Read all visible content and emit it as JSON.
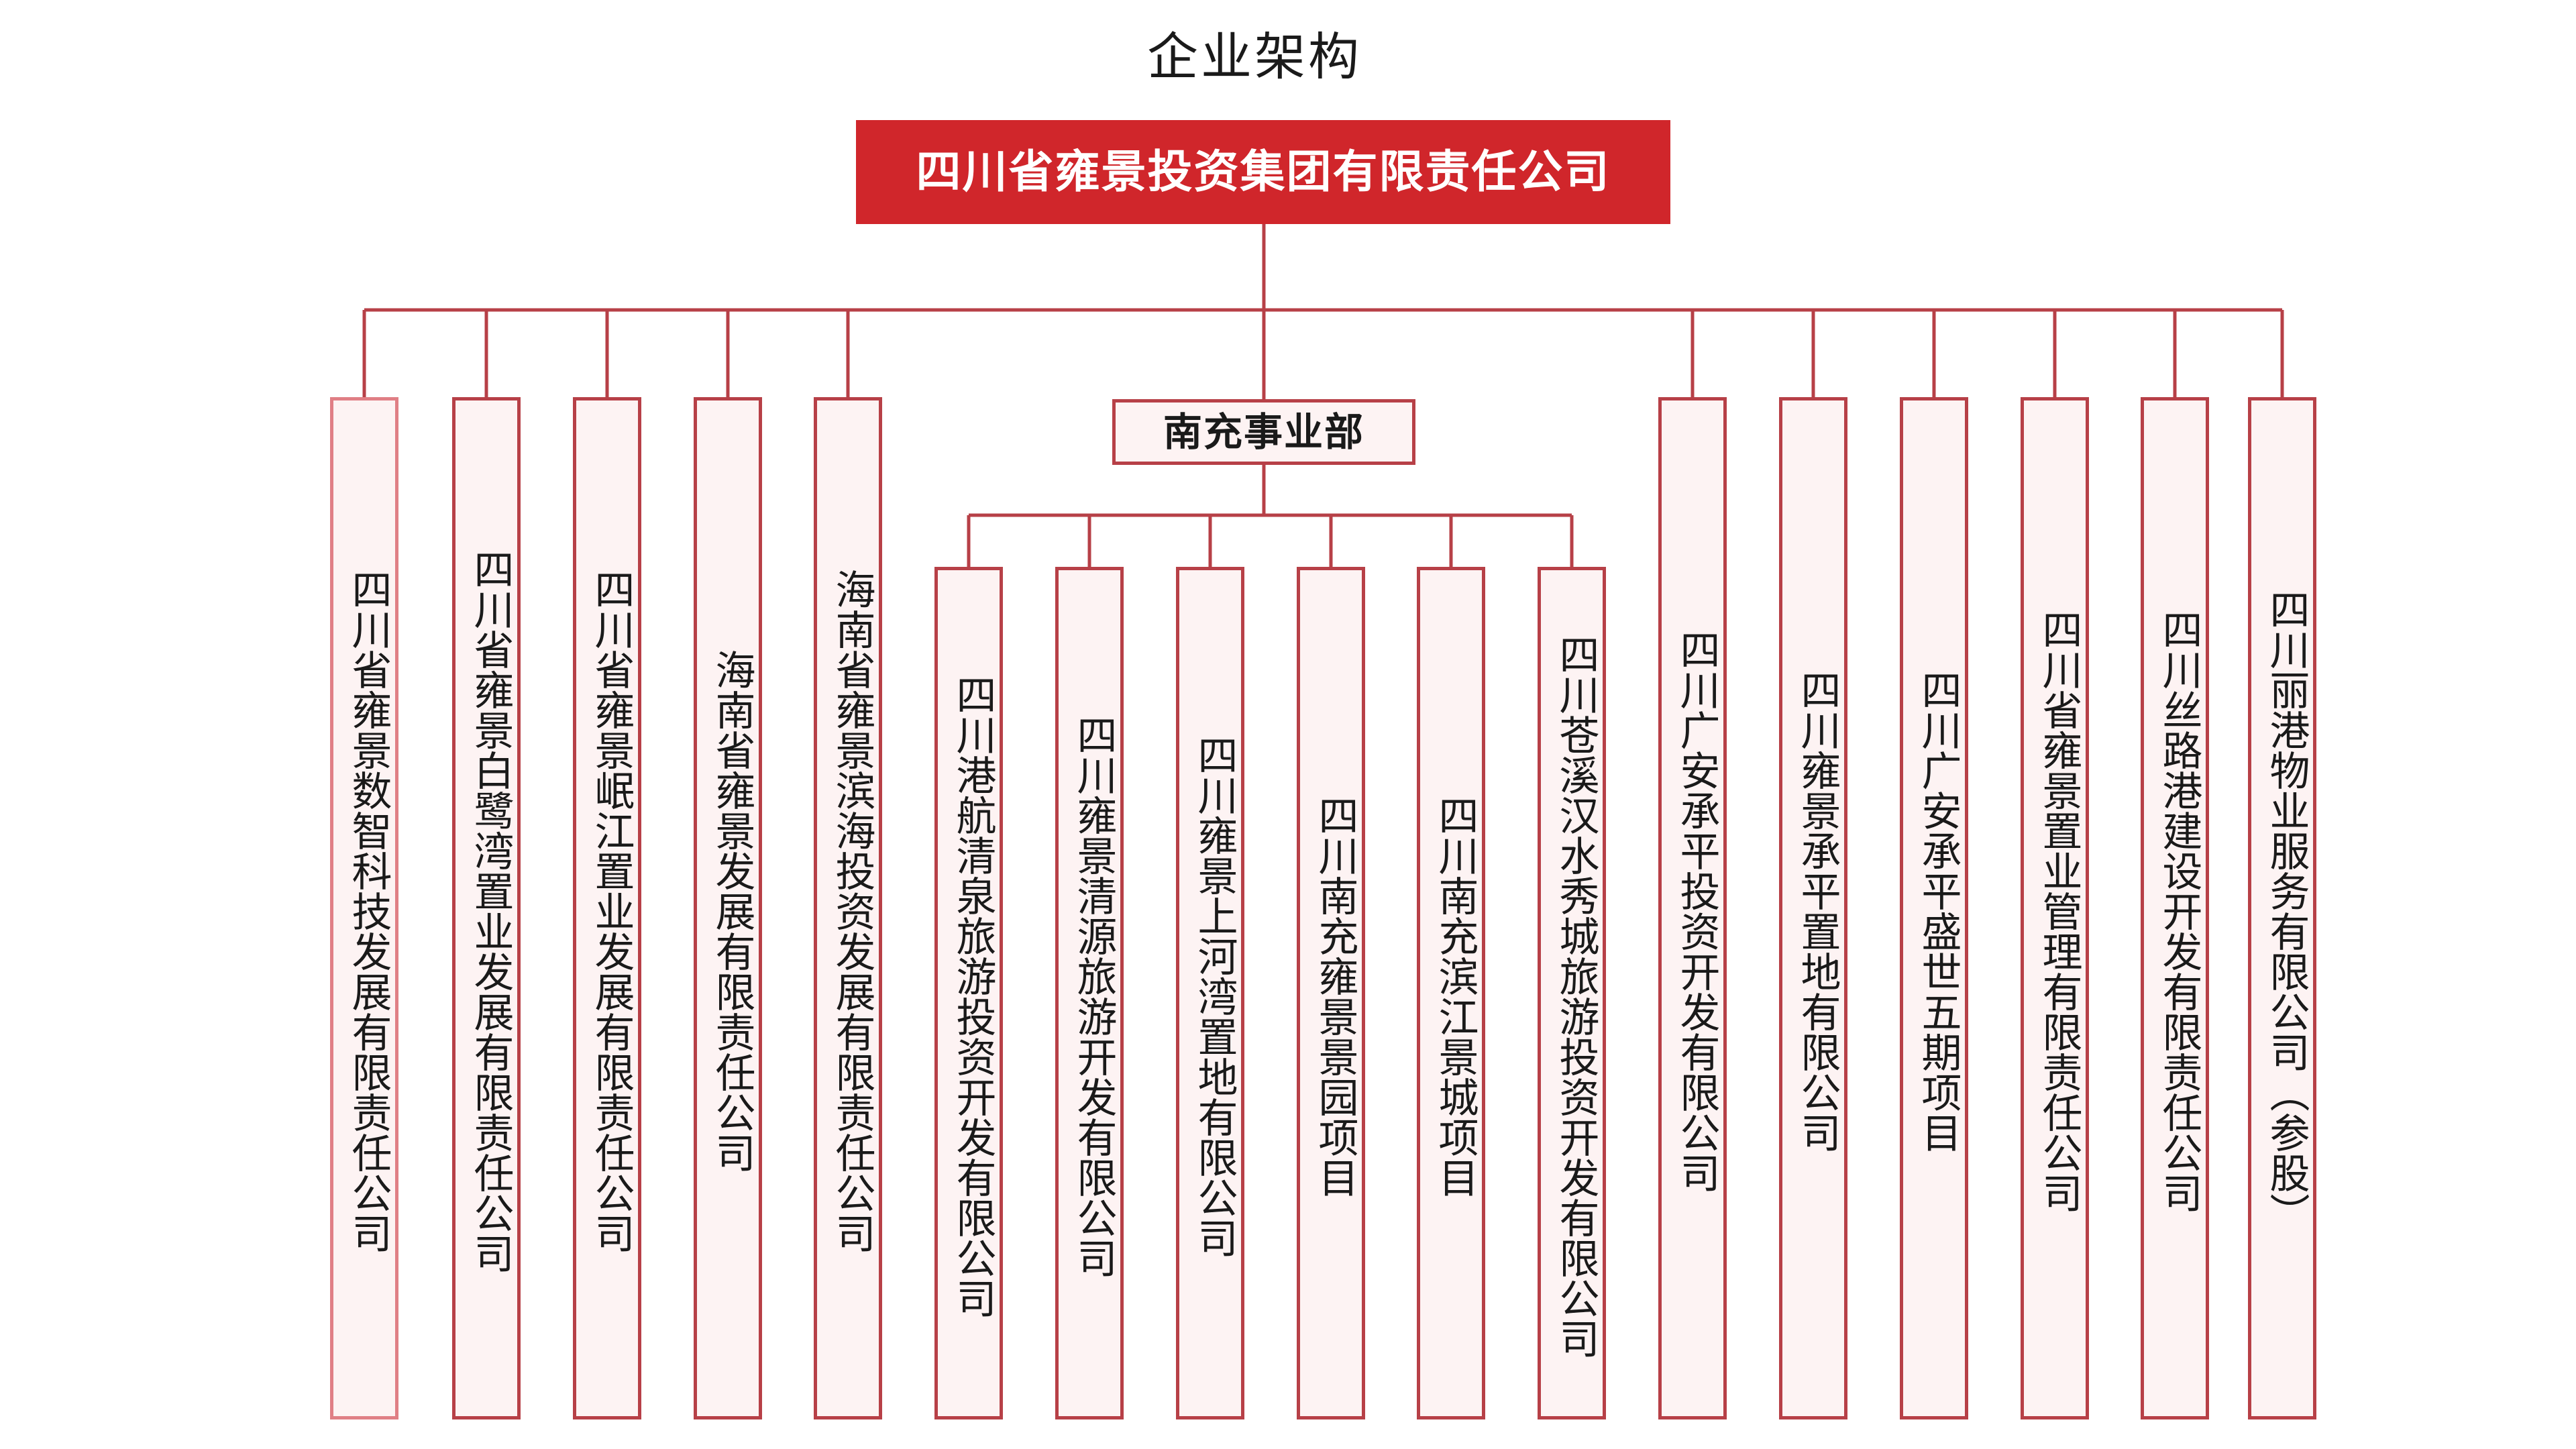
{
  "title": "企业架构",
  "root": "四川省雍景投资集团有限责任公司",
  "department": "南充事业部",
  "colors": {
    "root_fill": "#d0262b",
    "line": "#b74047",
    "box_fill": "#fdf3f3"
  },
  "left_companies": [
    "四川省雍景数智科技发展有限责任公司",
    "四川省雍景白鹭湾置业发展有限责任公司",
    "四川省雍景岷江置业发展有限责任公司",
    "海南省雍景发展有限责任公司",
    "海南省雍景滨海投资发展有限责任公司"
  ],
  "department_units": [
    "四川港航清泉旅游投资开发有限公司",
    "四川雍景清源旅游开发有限公司",
    "四川雍景上河湾置地有限公司",
    "四川南充雍景景园项目",
    "四川南充滨江景城项目",
    "四川苍溪汉水秀城旅游投资开发有限公司"
  ],
  "right_companies": [
    "四川广安承平投资开发有限公司",
    "四川雍景承平置地有限公司",
    "四川广安承平盛世五期项目",
    "四川省雍景置业管理有限责任公司",
    "四川丝路港建设开发有限责任公司",
    "四川丽港物业服务有限公司（参股）"
  ]
}
